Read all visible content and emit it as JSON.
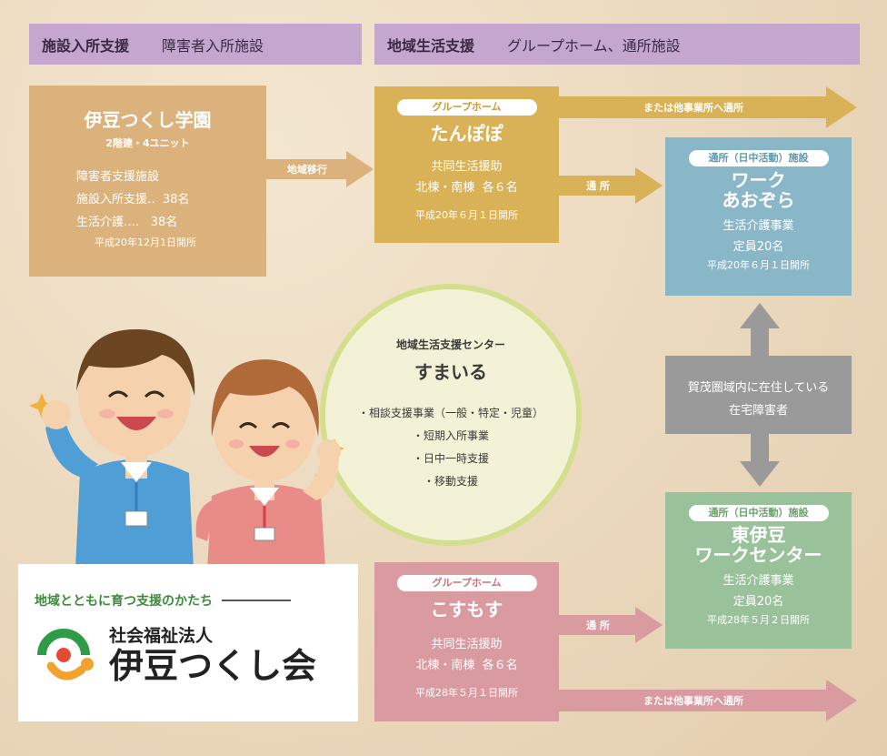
{
  "header_left": {
    "title": "施設入所支援",
    "subtitle": "障害者入所施設"
  },
  "header_right": {
    "title": "地域生活支援",
    "subtitle": "グループホーム、通所施設"
  },
  "izu_gakuen": {
    "title": "伊豆つくし学園",
    "subtitle": "2階建・4ユニット",
    "lines": [
      "障害者支援施設",
      "施設入所支援‥  38名",
      "生活介護‥‥   38名"
    ],
    "opened": "平成20年12月1日開所"
  },
  "arrows": {
    "transition": "地域移行",
    "commute_1": "通 所",
    "commute_2": "通 所",
    "other_1": "または他事業所へ通所",
    "other_2": "または他事業所へ通所"
  },
  "tanpopo": {
    "label": "グループホーム",
    "title": "たんぽぽ",
    "line1": "共同生活援助",
    "line2": "北棟・南棟  各６名",
    "opened": "平成20年６月１日開所"
  },
  "work_aozora": {
    "label": "通所（日中活動）施設",
    "title1": "ワーク",
    "title2": "あおぞら",
    "line1": "生活介護事業",
    "line2": "定員20名",
    "opened": "平成20年６月１日開所"
  },
  "center": {
    "heading": "地域生活支援センター",
    "name": "すまいる",
    "items": [
      "・相談支援事業（一般・特定・児童）",
      "・短期入所事業",
      "・日中一時支援",
      "・移動支援"
    ]
  },
  "residents": {
    "line1": "賀茂圏域内に在住している",
    "line2": "在宅障害者"
  },
  "higashi_izu": {
    "label": "通所（日中活動）施設",
    "title1": "東伊豆",
    "title2": "ワークセンター",
    "line1": "生活介護事業",
    "line2": "定員20名",
    "opened": "平成28年５月２日開所"
  },
  "kosumosu": {
    "label": "グループホーム",
    "title": "こすもす",
    "line1": "共同生活援助",
    "line2": "北棟・南棟  各６名",
    "opened": "平成28年５月１日開所"
  },
  "logo": {
    "tagline": "地域とともに育つ支援のかたち",
    "org_type": "社会福祉法人",
    "org_name": "伊豆つくし会"
  },
  "colors": {
    "header": "#c4a6cf",
    "gakuen": "#dcb27c",
    "grouphome": "#d9b257",
    "aozora": "#8ab7c8",
    "higashi": "#9ac29a",
    "kosumosu": "#d99aa0",
    "gray": "#9a9a9a",
    "center_fill": "#f3f1d6",
    "center_ring": "#d4df8e"
  }
}
